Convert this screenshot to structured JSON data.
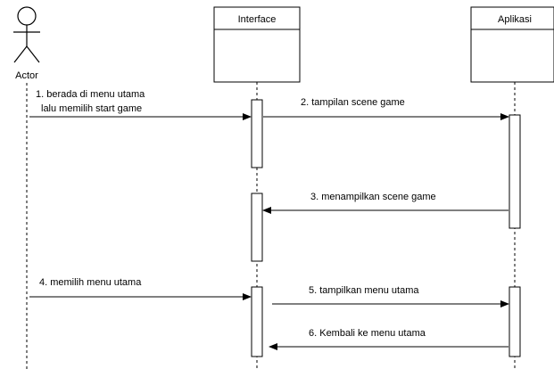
{
  "participants": {
    "actor": "Actor",
    "interface": "Interface",
    "aplikasi": "Aplikasi"
  },
  "messages": [
    {
      "id": "msg1",
      "lines": [
        "1. berada di menu utama",
        "lalu memilih start game"
      ],
      "from": "actor",
      "to": "interface",
      "style": "solid"
    },
    {
      "id": "msg2",
      "lines": [
        "2. tampilan scene game"
      ],
      "from": "interface",
      "to": "aplikasi",
      "style": "solid"
    },
    {
      "id": "msg3",
      "lines": [
        "3. menampilkan scene game"
      ],
      "from": "aplikasi",
      "to": "interface",
      "style": "solid"
    },
    {
      "id": "msg4",
      "lines": [
        "4. memilih menu utama"
      ],
      "from": "actor",
      "to": "interface",
      "style": "solid"
    },
    {
      "id": "msg5",
      "lines": [
        "5. tampilkan menu utama"
      ],
      "from": "interface",
      "to": "aplikasi",
      "style": "solid"
    },
    {
      "id": "msg6",
      "lines": [
        "6. Kembali ke menu utama"
      ],
      "from": "aplikasi",
      "to": "interface",
      "style": "solid"
    }
  ]
}
